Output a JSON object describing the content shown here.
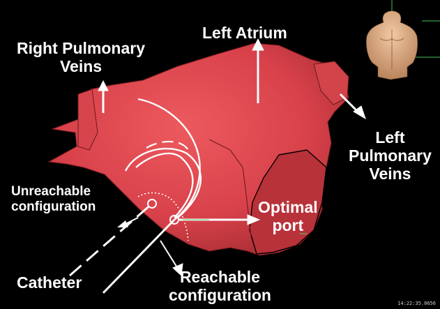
{
  "labels": {
    "right_pulmonary_veins": "Right Pulmonary\nVeins",
    "left_atrium": "Left Atrium",
    "left_pulmonary_veins": "Left\nPulmonary\nVeins",
    "unreachable_configuration": "Unreachable\nconfiguration",
    "optimal_port": "Optimal\nport",
    "catheter": "Catheter",
    "reachable_configuration": "Reachable\nconfiguration"
  },
  "timestamp": "14:22:35.0656",
  "colors": {
    "background": "#000000",
    "atrium_fill": "#e0464a",
    "atrium_shadow": "#a82a30",
    "label_text": "#ffffff",
    "annotation_lines": "#ffffff"
  },
  "icons": {
    "orientation_widget": "torso-orientation-icon"
  }
}
